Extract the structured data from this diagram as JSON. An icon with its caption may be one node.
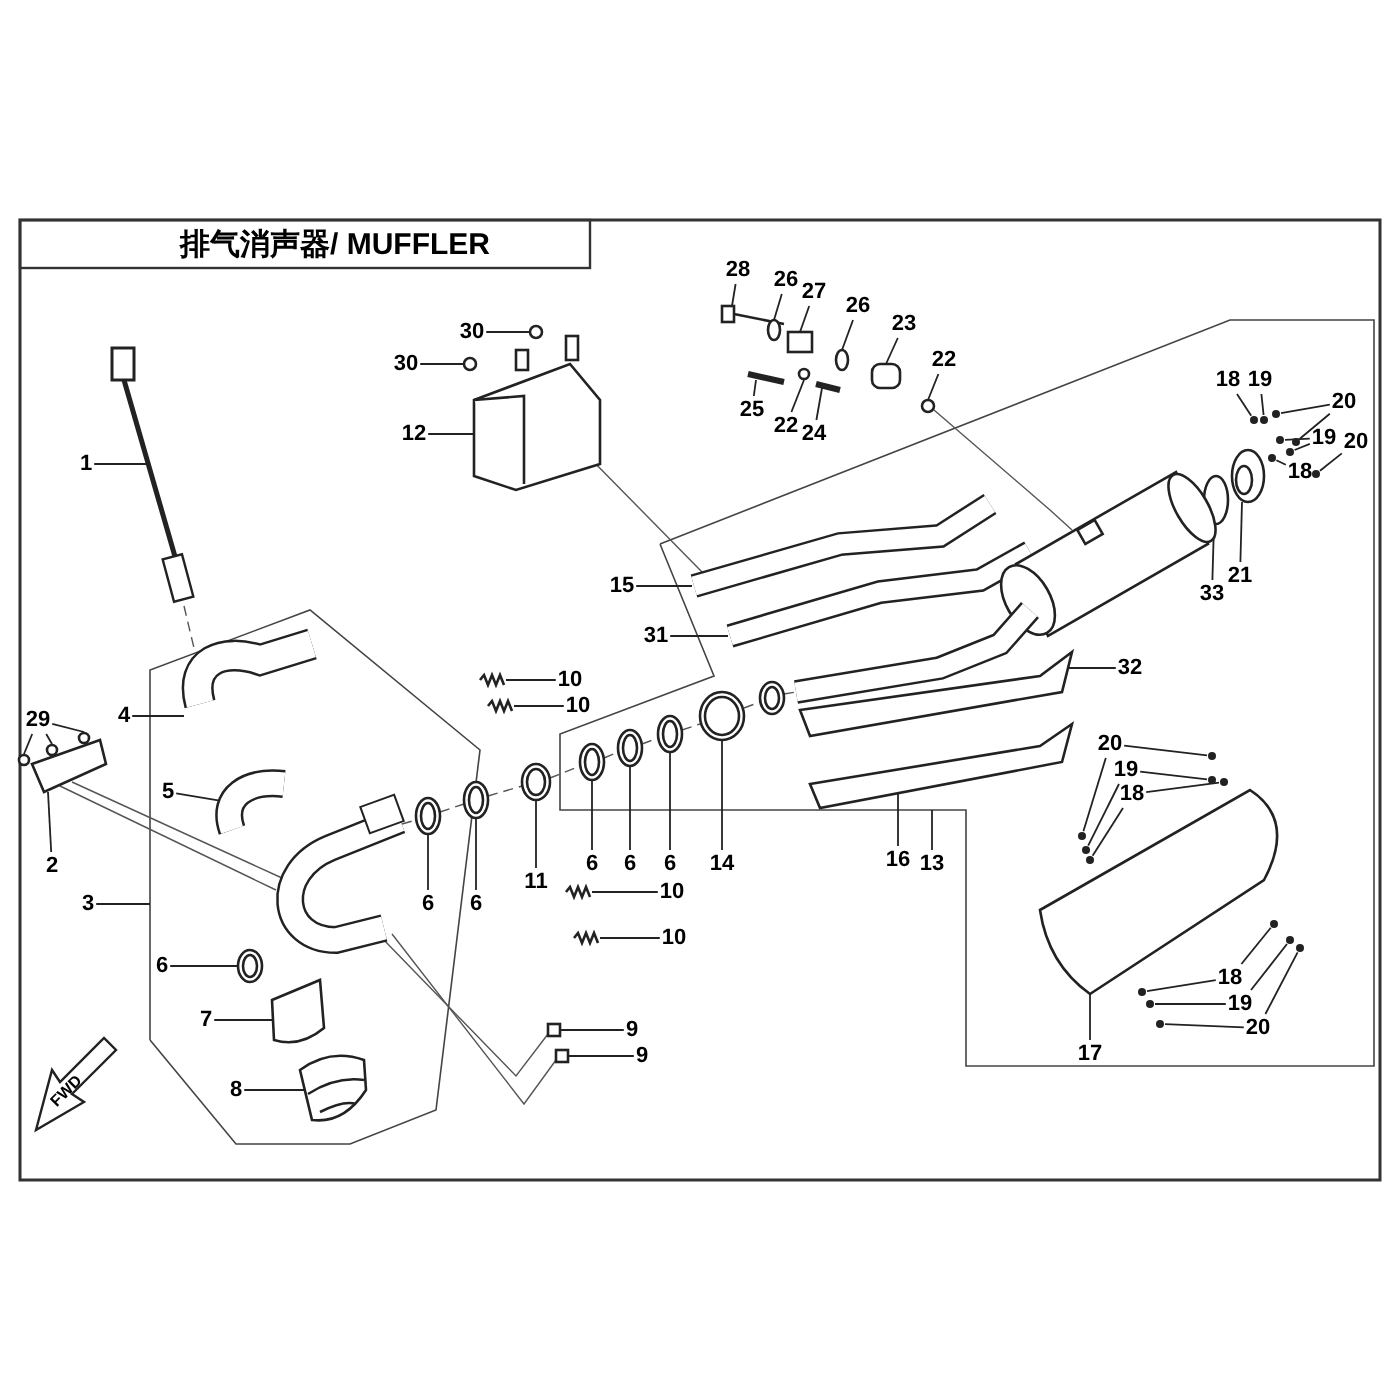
{
  "diagram": {
    "title": "排气消声器/ MUFFLER",
    "nodes": [
      {
        "text": [
          "28"
        ]
      },
      {
        "text": [
          "26"
        ]
      },
      {
        "text": [
          "27"
        ]
      },
      {
        "text": [
          "26"
        ]
      },
      {
        "text": [
          "23"
        ]
      },
      {
        "text": [
          "22"
        ]
      },
      {
        "text": [
          "25"
        ]
      },
      {
        "text": [
          "22"
        ]
      },
      {
        "text": [
          "24"
        ]
      },
      {
        "text": [
          "30"
        ]
      },
      {
        "text": [
          "30"
        ]
      },
      {
        "text": [
          "12"
        ]
      },
      {
        "text": [
          "1"
        ]
      },
      {
        "text": [
          "15"
        ]
      },
      {
        "text": [
          "31"
        ]
      },
      {
        "text": [
          "18"
        ]
      },
      {
        "text": [
          "19"
        ]
      },
      {
        "text": [
          "20"
        ]
      },
      {
        "text": [
          "19"
        ]
      },
      {
        "text": [
          "18"
        ]
      },
      {
        "text": [
          "20"
        ]
      },
      {
        "text": [
          "33"
        ]
      },
      {
        "text": [
          "21"
        ]
      },
      {
        "text": [
          "32"
        ]
      },
      {
        "text": [
          "29"
        ]
      },
      {
        "text": [
          "4"
        ]
      },
      {
        "text": [
          "10"
        ]
      },
      {
        "text": [
          "10"
        ]
      },
      {
        "text": [
          "5"
        ]
      },
      {
        "text": [
          "2"
        ]
      },
      {
        "text": [
          "11"
        ]
      },
      {
        "text": [
          "6"
        ]
      },
      {
        "text": [
          "6"
        ]
      },
      {
        "text": [
          "6"
        ]
      },
      {
        "text": [
          "14"
        ]
      },
      {
        "text": [
          "16"
        ]
      },
      {
        "text": [
          "13"
        ]
      },
      {
        "text": [
          "3"
        ]
      },
      {
        "text": [
          "6"
        ]
      },
      {
        "text": [
          "6"
        ]
      },
      {
        "text": [
          "10"
        ]
      },
      {
        "text": [
          "10"
        ]
      },
      {
        "text": [
          "6"
        ]
      },
      {
        "text": [
          "7"
        ]
      },
      {
        "text": [
          "9"
        ]
      },
      {
        "text": [
          "9"
        ]
      },
      {
        "text": [
          "8"
        ]
      },
      {
        "text": [
          "17"
        ]
      },
      {
        "text": [
          "20"
        ]
      },
      {
        "text": [
          "19"
        ]
      },
      {
        "text": [
          "18"
        ]
      },
      {
        "text": [
          "18"
        ]
      },
      {
        "text": [
          "19"
        ]
      },
      {
        "text": [
          "20"
        ]
      },
      {
        "text": [],
        "shape": "picture"
      },
      {
        "text": [],
        "shape": "circle"
      },
      {
        "text": [],
        "shape": "box"
      },
      {
        "text": [],
        "shape": "circle"
      },
      {
        "text": [],
        "shape": "box"
      },
      {
        "text": [],
        "shape": "circle"
      },
      {
        "text": [],
        "shape": "picture"
      },
      {
        "text": [],
        "shape": "circle"
      },
      {
        "text": [],
        "shape": "picture"
      },
      {
        "text": [],
        "shape": "circle"
      },
      {
        "text": [],
        "shape": "circle"
      },
      {
        "text": [],
        "shape": "picture"
      },
      {
        "text": [],
        "shape": "picture"
      },
      {
        "text": [],
        "shape": "picture"
      },
      {
        "text": [],
        "shape": "picture"
      },
      {
        "text": [],
        "shape": "circle"
      },
      {
        "text": [],
        "shape": "circle"
      },
      {
        "text": [],
        "shape": "circle"
      },
      {
        "text": [],
        "shape": "circle"
      },
      {
        "text": [],
        "shape": "circle"
      },
      {
        "text": [],
        "shape": "circle"
      },
      {
        "text": [],
        "shape": "circle"
      },
      {
        "text": [],
        "shape": "circle"
      },
      {
        "text": [],
        "shape": "circle"
      },
      {
        "text": [],
        "shape": "picture"
      },
      {
        "text": [],
        "shape": "picture"
      },
      {
        "text": [],
        "shape": "circle"
      },
      {
        "text": [],
        "shape": "circle"
      },
      {
        "text": [],
        "shape": "circle"
      },
      {
        "text": [],
        "shape": "picture"
      },
      {
        "text": [],
        "shape": "picture"
      },
      {
        "text": [],
        "shape": "picture"
      },
      {
        "text": [],
        "shape": "picture"
      },
      {
        "text": [],
        "shape": "picture"
      },
      {
        "text": [],
        "shape": "picture"
      },
      {
        "text": [],
        "shape": "picture"
      },
      {
        "text": [],
        "shape": "picture"
      },
      {
        "text": [],
        "shape": "picture"
      },
      {
        "text": [],
        "shape": "picture"
      },
      {
        "text": [],
        "shape": "picture"
      },
      {
        "text": [],
        "shape": "picture"
      },
      {
        "text": [],
        "shape": "picture"
      },
      {
        "text": [],
        "shape": "picture"
      },
      {
        "text": [],
        "shape": "picture"
      },
      {
        "text": [],
        "shape": "picture"
      },
      {
        "text": [],
        "shape": "picture"
      },
      {
        "text": [],
        "shape": "box"
      },
      {
        "text": [],
        "shape": "box"
      },
      {
        "text": [],
        "shape": "picture"
      },
      {
        "text": [],
        "shape": "picture"
      },
      {
        "text": [],
        "shape": "circle"
      },
      {
        "text": [],
        "shape": "circle"
      },
      {
        "text": [],
        "shape": "circle"
      },
      {
        "text": [],
        "shape": "circle"
      },
      {
        "text": [],
        "shape": "circle"
      },
      {
        "text": [],
        "shape": "circle"
      },
      {
        "text": [],
        "shape": "circle"
      },
      {
        "text": [],
        "shape": "circle"
      },
      {
        "text": [],
        "shape": "circle"
      },
      {
        "text": [],
        "shape": "circle"
      },
      {
        "text": [],
        "shape": "circle"
      },
      {
        "text": [],
        "shape": "circle"
      },
      {
        "text": [],
        "shape": "picture"
      },
      {
        "text": [],
        "shape": "picture"
      },
      {
        "text": [],
        "shape": "picture"
      },
      {
        "text": [],
        "shape": "picture"
      }
    ],
    "edges": [
      {
        "from": 0,
        "to": 54,
        "arrow": "none"
      },
      {
        "from": 1,
        "to": 55,
        "arrow": "none"
      },
      {
        "from": 2,
        "to": 56,
        "arrow": "none"
      },
      {
        "from": 3,
        "to": 57,
        "arrow": "none"
      },
      {
        "from": 4,
        "to": 58,
        "arrow": "none"
      },
      {
        "from": 5,
        "to": 59,
        "arrow": "none"
      },
      {
        "from": 6,
        "to": 60,
        "arrow": "none"
      },
      {
        "from": 7,
        "to": 61,
        "arrow": "none"
      },
      {
        "from": 8,
        "to": 62,
        "arrow": "none"
      },
      {
        "from": 9,
        "to": 63,
        "arrow": "none"
      },
      {
        "from": 10,
        "to": 64,
        "arrow": "none"
      },
      {
        "from": 11,
        "to": 65,
        "arrow": "none"
      },
      {
        "from": 12,
        "to": 66,
        "arrow": "none"
      },
      {
        "from": 13,
        "to": 67,
        "arrow": "none"
      },
      {
        "from": 14,
        "to": 68,
        "arrow": "none"
      },
      {
        "from": 15,
        "to": 69,
        "arrow": "none"
      },
      {
        "from": 16,
        "to": 70,
        "arrow": "none"
      },
      {
        "from": 17,
        "to": 71,
        "arrow": "none"
      },
      {
        "from": 17,
        "to": 72,
        "arrow": "none"
      },
      {
        "from": 18,
        "to": 73,
        "arrow": "none"
      },
      {
        "from": 18,
        "to": 74,
        "arrow": "none"
      },
      {
        "from": 19,
        "to": 75,
        "arrow": "none"
      },
      {
        "from": 20,
        "to": 76,
        "arrow": "none"
      },
      {
        "from": 21,
        "to": 77,
        "arrow": "none"
      },
      {
        "from": 22,
        "to": 78,
        "arrow": "none"
      },
      {
        "from": 23,
        "to": 79,
        "arrow": "none"
      },
      {
        "from": 24,
        "to": 80,
        "arrow": "none"
      },
      {
        "from": 24,
        "to": 81,
        "arrow": "none"
      },
      {
        "from": 24,
        "to": 82,
        "arrow": "none"
      },
      {
        "from": 25,
        "to": 83,
        "arrow": "none"
      },
      {
        "from": 26,
        "to": 84,
        "arrow": "none"
      },
      {
        "from": 27,
        "to": 85,
        "arrow": "none"
      },
      {
        "from": 28,
        "to": 86,
        "arrow": "none"
      },
      {
        "from": 29,
        "to": 87,
        "arrow": "none"
      },
      {
        "from": 30,
        "to": 88,
        "arrow": "none"
      },
      {
        "from": 31,
        "to": 89,
        "arrow": "none"
      },
      {
        "from": 32,
        "to": 90,
        "arrow": "none"
      },
      {
        "from": 33,
        "to": 91,
        "arrow": "none"
      },
      {
        "from": 34,
        "to": 92,
        "arrow": "none"
      },
      {
        "from": 35,
        "to": 93,
        "arrow": "none"
      },
      {
        "from": 36,
        "to": null,
        "arrow": "none"
      },
      {
        "from": 37,
        "to": null,
        "arrow": "none"
      },
      {
        "from": 38,
        "to": 94,
        "arrow": "none"
      },
      {
        "from": 39,
        "to": 95,
        "arrow": "none"
      },
      {
        "from": 40,
        "to": 96,
        "arrow": "none"
      },
      {
        "from": 41,
        "to": 97,
        "arrow": "none"
      },
      {
        "from": 42,
        "to": 98,
        "arrow": "none"
      },
      {
        "from": 43,
        "to": 99,
        "arrow": "none"
      },
      {
        "from": 44,
        "to": 100,
        "arrow": "none"
      },
      {
        "from": 45,
        "to": 101,
        "arrow": "none"
      },
      {
        "from": 46,
        "to": 102,
        "arrow": "none"
      },
      {
        "from": 47,
        "to": 103,
        "arrow": "none"
      },
      {
        "from": 48,
        "to": 104,
        "arrow": "none"
      },
      {
        "from": 48,
        "to": 105,
        "arrow": "none"
      },
      {
        "from": 49,
        "to": 106,
        "arrow": "none"
      },
      {
        "from": 49,
        "to": 107,
        "arrow": "none"
      },
      {
        "from": 50,
        "to": 108,
        "arrow": "none"
      },
      {
        "from": 50,
        "to": 109,
        "arrow": "none"
      },
      {
        "from": 51,
        "to": 110,
        "arrow": "none"
      },
      {
        "from": 51,
        "to": 111,
        "arrow": "none"
      },
      {
        "from": 52,
        "to": 112,
        "arrow": "none"
      },
      {
        "from": 52,
        "to": 113,
        "arrow": "none"
      },
      {
        "from": 53,
        "to": 114,
        "arrow": "none"
      },
      {
        "from": 53,
        "to": 115,
        "arrow": "none"
      },
      {
        "from": 87,
        "to": 116,
        "arrow": "none"
      },
      {
        "from": 87,
        "to": 116,
        "arrow": "none"
      },
      {
        "from": 116,
        "to": 100,
        "arrow": "none"
      },
      {
        "from": 116,
        "to": 101,
        "arrow": "none"
      },
      {
        "from": 65,
        "to": 67,
        "arrow": "none"
      },
      {
        "from": 59,
        "to": 117,
        "arrow": "none"
      },
      {
        "from": 66,
        "to": 83,
        "arrow": "none",
        "style": "dashed"
      },
      {
        "from": 116,
        "to": 94,
        "arrow": "none",
        "style": "dashed"
      },
      {
        "from": 94,
        "to": 95,
        "arrow": "none",
        "style": "dashed"
      },
      {
        "from": 95,
        "to": 88,
        "arrow": "none",
        "style": "dashed"
      },
      {
        "from": 88,
        "to": 89,
        "arrow": "none",
        "style": "dashed"
      },
      {
        "from": 89,
        "to": 90,
        "arrow": "none",
        "style": "dashed"
      },
      {
        "from": 90,
        "to": 91,
        "arrow": "none",
        "style": "dashed"
      },
      {
        "from": 91,
        "to": 92,
        "arrow": "none",
        "style": "dashed"
      },
      {
        "from": 92,
        "to": 118,
        "arrow": "none",
        "style": "dashed"
      },
      {
        "from": 118,
        "to": 119,
        "arrow": "none",
        "style": "dashed"
      }
    ],
    "labels": [
      "FWD"
    ]
  }
}
